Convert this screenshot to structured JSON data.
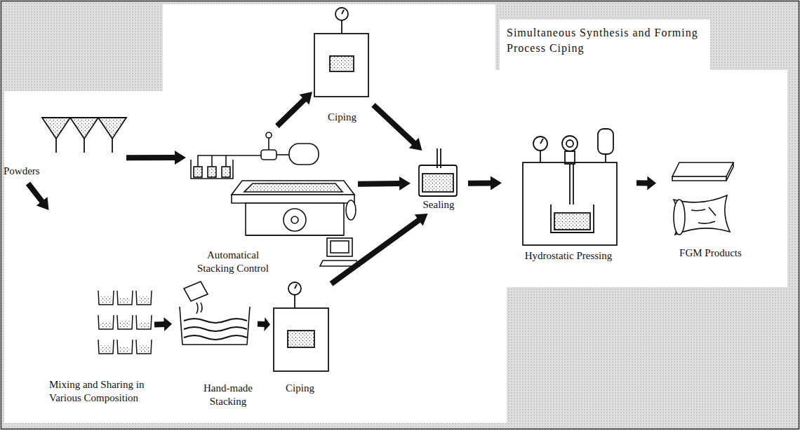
{
  "diagram": {
    "nodes": [
      {
        "text": [
          "Powders"
        ]
      },
      {
        "text": [
          "Automatical Stacking Control"
        ]
      },
      {
        "text": [
          "Ciping"
        ]
      },
      {
        "text": [
          "Mixing and Sharing in Various Composition"
        ]
      },
      {
        "text": [
          "Hand-made Stacking"
        ]
      },
      {
        "text": [
          "Ciping"
        ]
      },
      {
        "text": [
          "Sealing"
        ]
      },
      {
        "text": [
          "Hydrostatic Pressing"
        ]
      },
      {
        "text": [
          "FGM Products"
        ]
      }
    ],
    "edges": [
      {
        "from": 0,
        "to": 1,
        "arrow": "to"
      },
      {
        "from": 0,
        "to": 3,
        "arrow": "to"
      },
      {
        "from": 1,
        "to": 2,
        "arrow": "to"
      },
      {
        "from": 2,
        "to": 6,
        "arrow": "to"
      },
      {
        "from": 1,
        "to": 6,
        "arrow": "to"
      },
      {
        "from": 3,
        "to": 4,
        "arrow": "to"
      },
      {
        "from": 4,
        "to": 5,
        "arrow": "to"
      },
      {
        "from": 5,
        "to": 6,
        "arrow": "to"
      },
      {
        "from": 6,
        "to": 7,
        "arrow": "to"
      },
      {
        "from": 7,
        "to": 8,
        "arrow": "to"
      }
    ],
    "labels": [
      "Simultaneous Synthesis and Forming Process Ciping"
    ]
  }
}
